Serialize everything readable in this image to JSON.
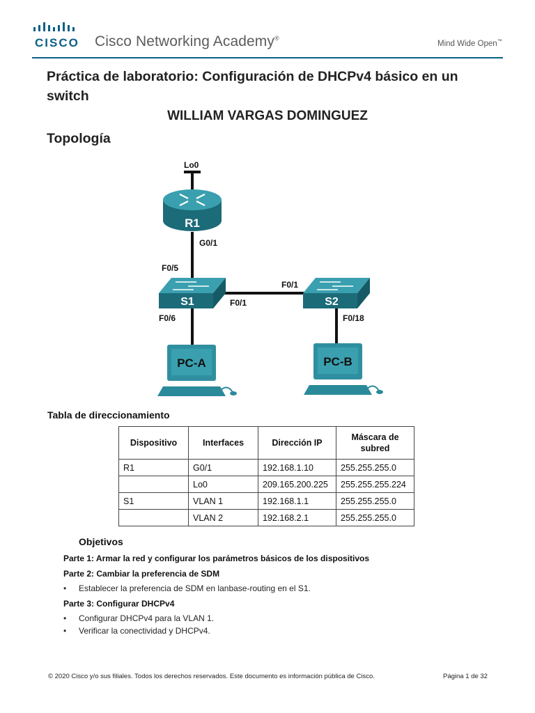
{
  "header": {
    "logo_text": "CISCO",
    "academy": "Cisco Networking Academy",
    "trademark": "®",
    "tagline": "Mind Wide Open",
    "tagline_tm": "™"
  },
  "title": "Práctica de laboratorio: Configuración de DHCPv4 básico en un switch",
  "author": "WILLIAM VARGAS DOMINGUEZ",
  "topology": {
    "heading": "Topología",
    "labels": {
      "loopback": "Lo0",
      "router": "R1",
      "r1_port": "G0/1",
      "s1_up": "F0/5",
      "s1": "S1",
      "s1_trunk": "F0/1",
      "s1_down": "F0/6",
      "s2": "S2",
      "s2_trunk": "F0/1",
      "s2_down": "F0/18",
      "pc_a": "PC-A",
      "pc_b": "PC-B"
    },
    "colors": {
      "device": "#2a8a9a",
      "device_dark": "#1c6b78",
      "pc": "#2f8fa0"
    }
  },
  "address_table": {
    "heading": "Tabla de direccionamiento",
    "columns": [
      "Dispositivo",
      "Interfaces",
      "Dirección IP",
      "Máscara de subred"
    ],
    "rows": [
      [
        "R1",
        "G0/1",
        "192.168.1.10",
        "255.255.255.0"
      ],
      [
        "",
        "Lo0",
        "209.165.200.225",
        "255.255.255.224"
      ],
      [
        "S1",
        "VLAN 1",
        "192.168.1.1",
        "255.255.255.0"
      ],
      [
        "",
        "VLAN 2",
        "192.168.2.1",
        "255.255.255.0"
      ]
    ]
  },
  "objectives": {
    "heading": "Objetivos",
    "part1": "Parte 1: Armar la red y configurar los parámetros básicos de los dispositivos",
    "part2": "Parte 2: Cambiar la preferencia de SDM",
    "part2_items": [
      "Establecer la preferencia de SDM en lanbase-routing en el S1."
    ],
    "part3": "Parte 3: Configurar DHCPv4",
    "part3_items": [
      "Configurar DHCPv4 para la VLAN 1.",
      "Verificar la conectividad y DHCPv4."
    ],
    "bullet": "•"
  },
  "footer": {
    "copyright": "© 2020 Cisco y/o sus filiales. Todos los derechos reservados. Este documento es información pública de Cisco.",
    "page": "Página 1 de 32"
  }
}
